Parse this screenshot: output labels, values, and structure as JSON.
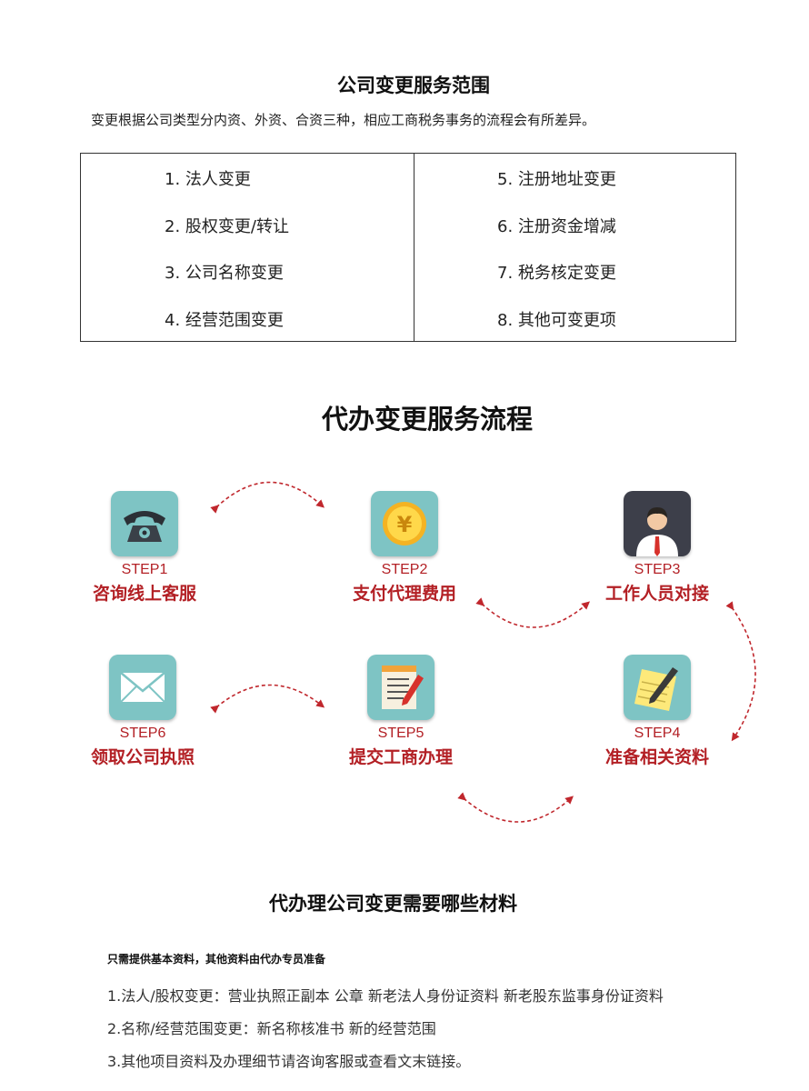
{
  "scope": {
    "title": "公司变更服务范围",
    "intro": "变更根据公司类型分内资、外资、合资三种，相应工商税务事务的流程会有所差异。",
    "left_items": [
      "1. 法人变更",
      "2. 股权变更/转让",
      "3. 公司名称变更",
      "4. 经营范围变更"
    ],
    "right_items": [
      "5. 注册地址变更",
      "6. 注册资金增减",
      "7. 税务核定变更",
      "8. 其他可变更项"
    ]
  },
  "process": {
    "title": "代办变更服务流程",
    "steps": [
      {
        "num": "STEP1",
        "name": "咨询线上客服",
        "icon": "telephone-icon"
      },
      {
        "num": "STEP2",
        "name": "支付代理费用",
        "icon": "yuan-coin-icon",
        "symbol": "¥"
      },
      {
        "num": "STEP3",
        "name": "工作人员对接",
        "icon": "staff-person-icon"
      },
      {
        "num": "STEP4",
        "name": "准备相关资料",
        "icon": "notepad-pen-icon"
      },
      {
        "num": "STEP5",
        "name": "提交工商办理",
        "icon": "document-pencil-icon"
      },
      {
        "num": "STEP6",
        "name": "领取公司执照",
        "icon": "envelope-icon"
      }
    ]
  },
  "materials": {
    "title": "代办理公司变更需要哪些材料",
    "note": "只需提供基本资料，其他资料由代办专员准备",
    "items": [
      "1.法人/股权变更：营业执照正副本  公章  新老法人身份证资料  新老股东监事身份证资料",
      "2.名称/经营范围变更：新名称核准书  新的经营范围",
      "3.其他项目资料及办理细节请咨询客服或查看文末链接。"
    ]
  },
  "colors": {
    "accent_red": "#b32025",
    "arrow_red": "#c0272d",
    "icon_teal": "#7ec4c4",
    "icon_dark": "#3d3f4a"
  }
}
